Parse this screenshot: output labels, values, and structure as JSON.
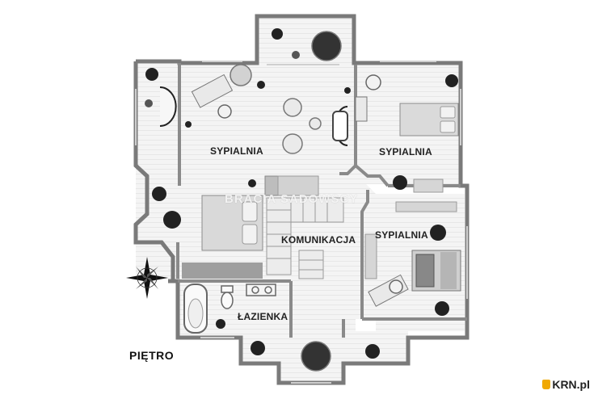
{
  "rooms": {
    "bedroom_left": "SYPIALNIA",
    "bedroom_right_top": "SYPIALNIA",
    "bedroom_right_bottom": "SYPIALNIA",
    "hall": "KOMUNIKACJA",
    "bathroom": "ŁAZIENKA"
  },
  "floor_label": "PIĘTRO",
  "watermark": "BRACIA SADOWSCY",
  "brand": {
    "name": "KRN.pl",
    "accent_color": "#f0a800"
  },
  "icons": [
    "compass-rose-icon",
    "plant-icon",
    "bed-icon",
    "bathtub-icon",
    "toilet-icon",
    "sink-icon",
    "desk-icon",
    "chair-icon",
    "staircase-icon"
  ]
}
